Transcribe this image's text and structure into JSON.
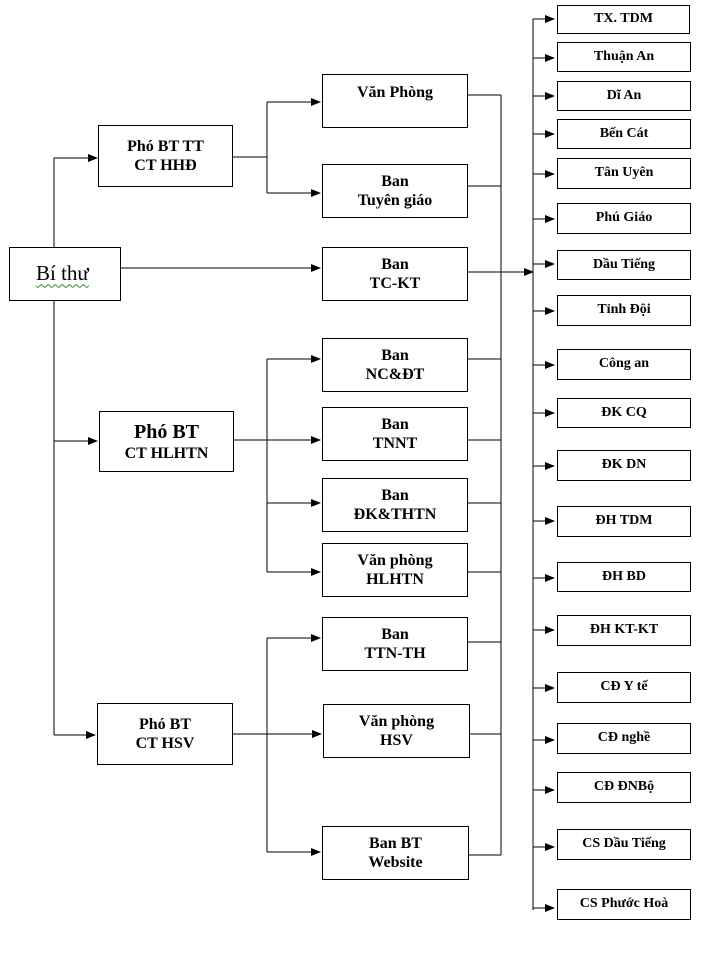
{
  "root": {
    "label": "Bí thư"
  },
  "deputies": [
    {
      "line1": "Phó BT TT",
      "line2": "CT HHĐ"
    },
    {
      "line1": "Phó BT",
      "line2": "CT HLHTN"
    },
    {
      "line1": "Phó BT",
      "line2": "CT HSV"
    }
  ],
  "departments": [
    {
      "line1": "Văn Phòng",
      "line2": ""
    },
    {
      "line1": "Ban",
      "line2": "Tuyên giáo"
    },
    {
      "line1": "Ban",
      "line2": "TC-KT"
    },
    {
      "line1": "Ban",
      "line2": "NC&ĐT"
    },
    {
      "line1": "Ban",
      "line2": "TNNT"
    },
    {
      "line1": "Ban",
      "line2": "ĐK&THTN"
    },
    {
      "line1": "Văn phòng",
      "line2": "HLHTN"
    },
    {
      "line1": "Ban",
      "line2": "TTN-TH"
    },
    {
      "line1": "Văn phòng",
      "line2": "HSV"
    },
    {
      "line1": "Ban BT",
      "line2": "Website"
    }
  ],
  "units": [
    "TX. TDM",
    "Thuận An",
    "Dĩ An",
    "Bến Cát",
    "Tân Uyên",
    "Phú Giáo",
    "Dầu Tiếng",
    "Tỉnh Đội",
    "Công an",
    "ĐK CQ",
    "ĐK DN",
    "ĐH TDM",
    "ĐH BD",
    "ĐH KT-KT",
    "CĐ Y tế",
    "CĐ nghề",
    "CĐ ĐNBộ",
    "CS Dầu Tiếng",
    "CS Phước Hoà"
  ]
}
